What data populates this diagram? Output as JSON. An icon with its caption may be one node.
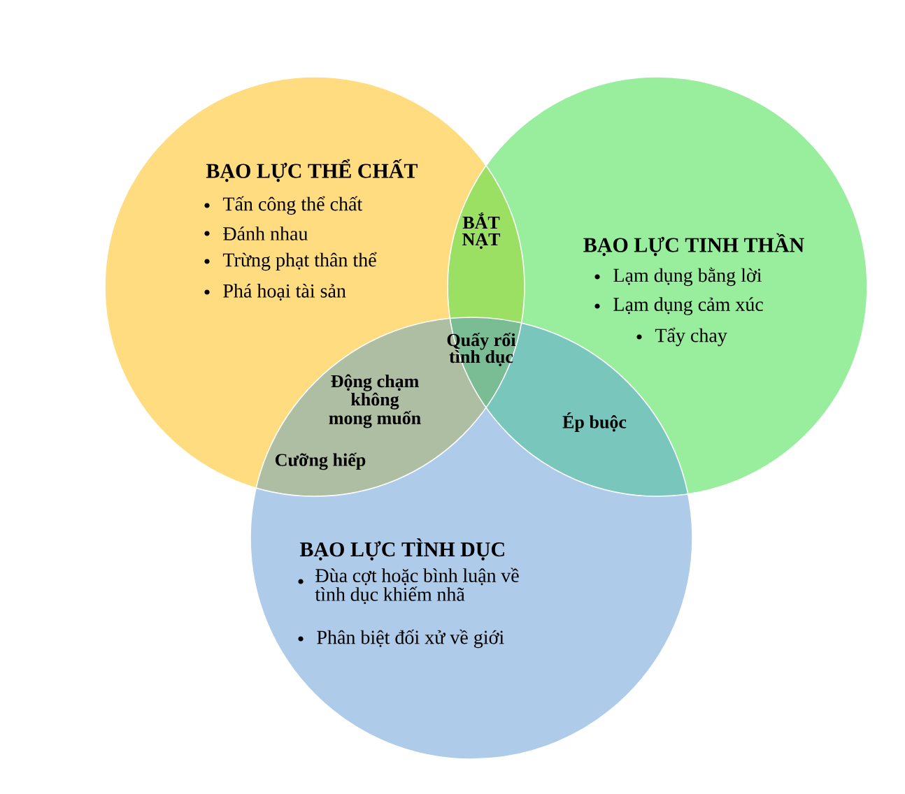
{
  "diagram": {
    "nodes": [
      {
        "text": [
          "BẠO LỰC THỂ CHẤT",
          "Tấn công thể chất",
          "Đánh nhau",
          "Trừng phạt thân thể",
          "Phá hoại tài sản"
        ]
      },
      {
        "text": [
          "BẠO LỰC TINH THẦN",
          "Lạm dụng bằng lời",
          "Lạm dụng cảm xúc",
          "Tẩy chay"
        ]
      },
      {
        "text": [
          "BẠO LỰC TÌNH DỤC",
          "Đùa cợt hoặc bình luận về tình dục khiếm nhã",
          "Phân biệt đối xử về giới"
        ]
      }
    ],
    "labels": [
      "BẮT NẠT",
      "Quấy rối tình dục",
      "Động chạm không mong muốn",
      "Ép buộc",
      "Cưỡng hiếp"
    ]
  }
}
